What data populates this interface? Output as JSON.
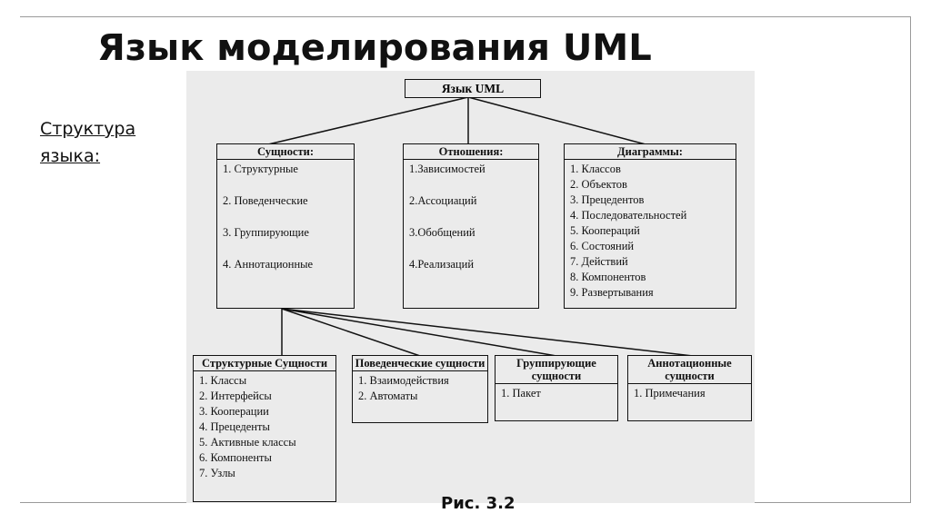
{
  "slide": {
    "title": "Язык моделирования UML",
    "subtitle": "Структура языка:"
  },
  "diagram": {
    "root": "Язык UML",
    "groups": [
      {
        "name": "entities",
        "title": "Сущности:",
        "items": [
          "1. Структурные",
          "2. Поведенческие",
          "3. Группирующие",
          "4. Аннотационные"
        ]
      },
      {
        "name": "relations",
        "title": "Отношения:",
        "items": [
          "1.Зависимостей",
          "2.Ассоциаций",
          "3.Обобщений",
          "4.Реализаций"
        ]
      },
      {
        "name": "diagrams",
        "title": "Диаграммы:",
        "items": [
          "1. Классов",
          "2. Объектов",
          "3. Прецедентов",
          "4. Последовательностей",
          "5. Коопераций",
          "6. Состояний",
          "7. Действий",
          "8. Компонентов",
          "9. Развертывания"
        ]
      }
    ],
    "entity_types": [
      {
        "name": "structural",
        "title": "Структурные Сущности",
        "items": [
          "1. Классы",
          "2. Интерфейсы",
          "3. Кооперации",
          "4. Прецеденты",
          "5. Активные классы",
          "6. Компоненты",
          "7. Узлы"
        ]
      },
      {
        "name": "behavioral",
        "title": "Поведенческие сущности",
        "items": [
          "1. Взаимодействия",
          "2. Автоматы"
        ]
      },
      {
        "name": "grouping",
        "title": "Группирующие сущности",
        "items": [
          "1. Пакет"
        ]
      },
      {
        "name": "annotation",
        "title": "Аннотационные сущности",
        "items": [
          "1. Примечания"
        ]
      }
    ],
    "caption": "Рис. 3.2"
  }
}
